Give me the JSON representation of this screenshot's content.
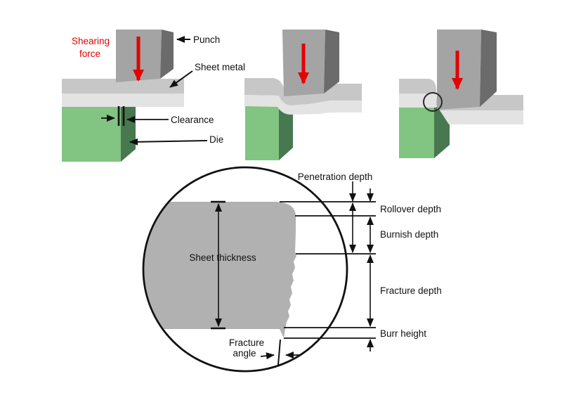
{
  "colors": {
    "shearing_force_red": "#e60000",
    "punch_face_gray": "#a4a4a4",
    "punch_side_gray": "#6b6b6b",
    "sheet_top_gray": "#c7c7c7",
    "sheet_bottom_gray": "#e3e3e3",
    "die_face_green": "#82c482",
    "die_side_green": "#47784f",
    "edge_section_gray": "#b1b1b1",
    "line_black": "#111111"
  },
  "stage1": {
    "shearing_force": [
      "Shearing",
      "force"
    ],
    "punch_label": "Punch",
    "sheet_metal_label": "Sheet metal",
    "clearance_label": "Clearance",
    "die_label": "Die"
  },
  "magnified_view": {
    "penetration_depth_label": "Penetration depth",
    "rollover_depth_label": "Rollover depth",
    "burnish_depth_label": "Burnish depth",
    "sheet_thickness_label": "Sheet thickness",
    "fracture_depth_label": "Fracture depth",
    "burr_height_label": "Burr height",
    "fracture_angle": [
      "Fracture",
      "angle"
    ]
  }
}
